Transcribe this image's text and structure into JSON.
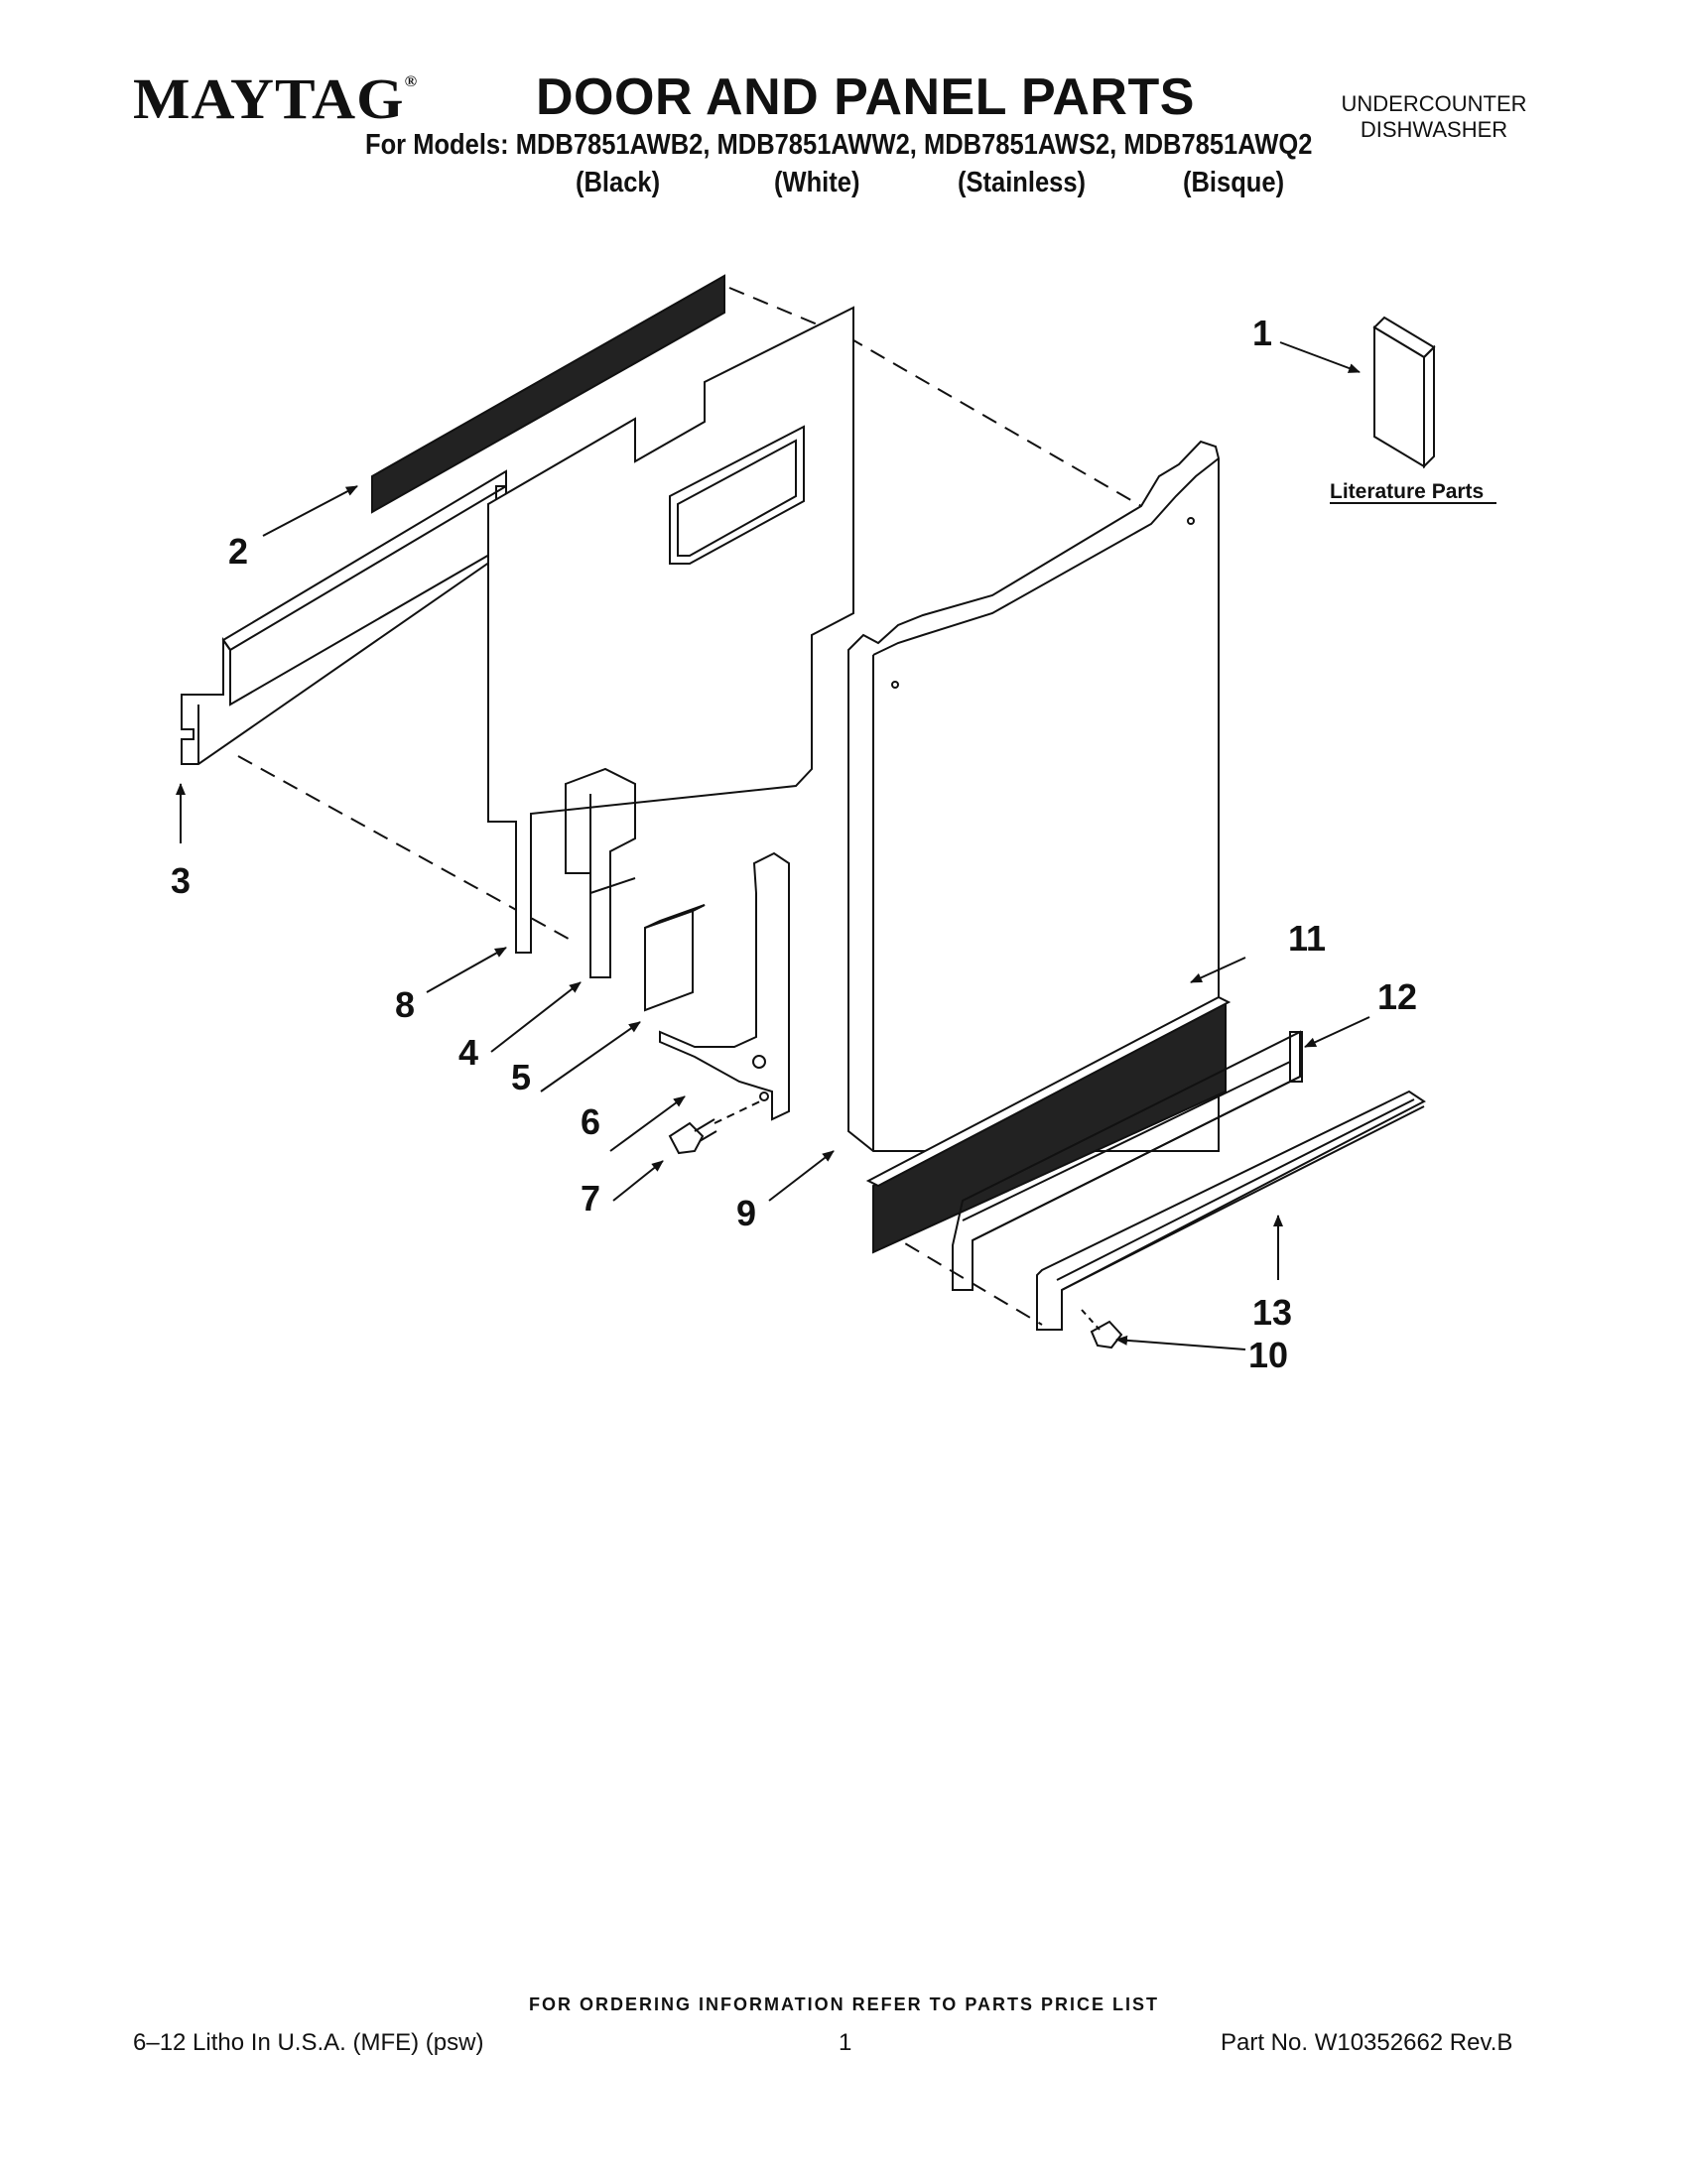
{
  "header": {
    "brand": "MAYTAG",
    "brand_mark": "®",
    "title": "DOOR AND PANEL PARTS",
    "appliance_type_line1": "UNDERCOUNTER",
    "appliance_type_line2": "DISHWASHER",
    "models": "For Models: MDB7851AWB2, MDB7851AWW2, MDB7851AWS2, MDB7851AWQ2",
    "variants": [
      "(Black)",
      "(White)",
      "(Stainless)",
      "(Bisque)"
    ]
  },
  "diagram": {
    "callouts": [
      "1",
      "2",
      "3",
      "4",
      "5",
      "6",
      "7",
      "8",
      "9",
      "10",
      "11",
      "12",
      "13"
    ],
    "literature_label": "Literature Parts"
  },
  "footer": {
    "ordering_note": "FOR ORDERING INFORMATION REFER TO PARTS PRICE LIST",
    "print_info": "6–12 Litho In U.S.A. (MFE) (psw)",
    "page_number": "1",
    "part_number": "Part No. W10352662 Rev.B"
  }
}
